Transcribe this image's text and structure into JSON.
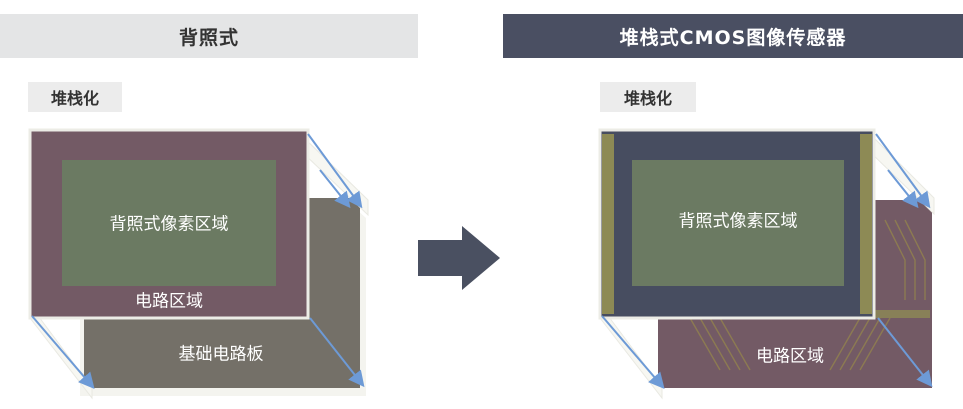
{
  "left_panel": {
    "header": "背照式",
    "tag": "堆栈化",
    "pixel_area": "背照式像素区域",
    "circuit_area": "电路区域",
    "substrate": "基础电路板"
  },
  "right_panel": {
    "header": "堆栈式CMOS图像传感器",
    "tag": "堆栈化",
    "pixel_area": "背照式像素区域",
    "circuit_area": "电路区域"
  },
  "colors": {
    "pixel_green": "#6b7a62",
    "circuit_mauve": "#735a65",
    "substrate_gray": "#747068",
    "sensor_navy": "#474d60",
    "arrow": "#4a5061",
    "fold_line": "#6d9ad6"
  }
}
